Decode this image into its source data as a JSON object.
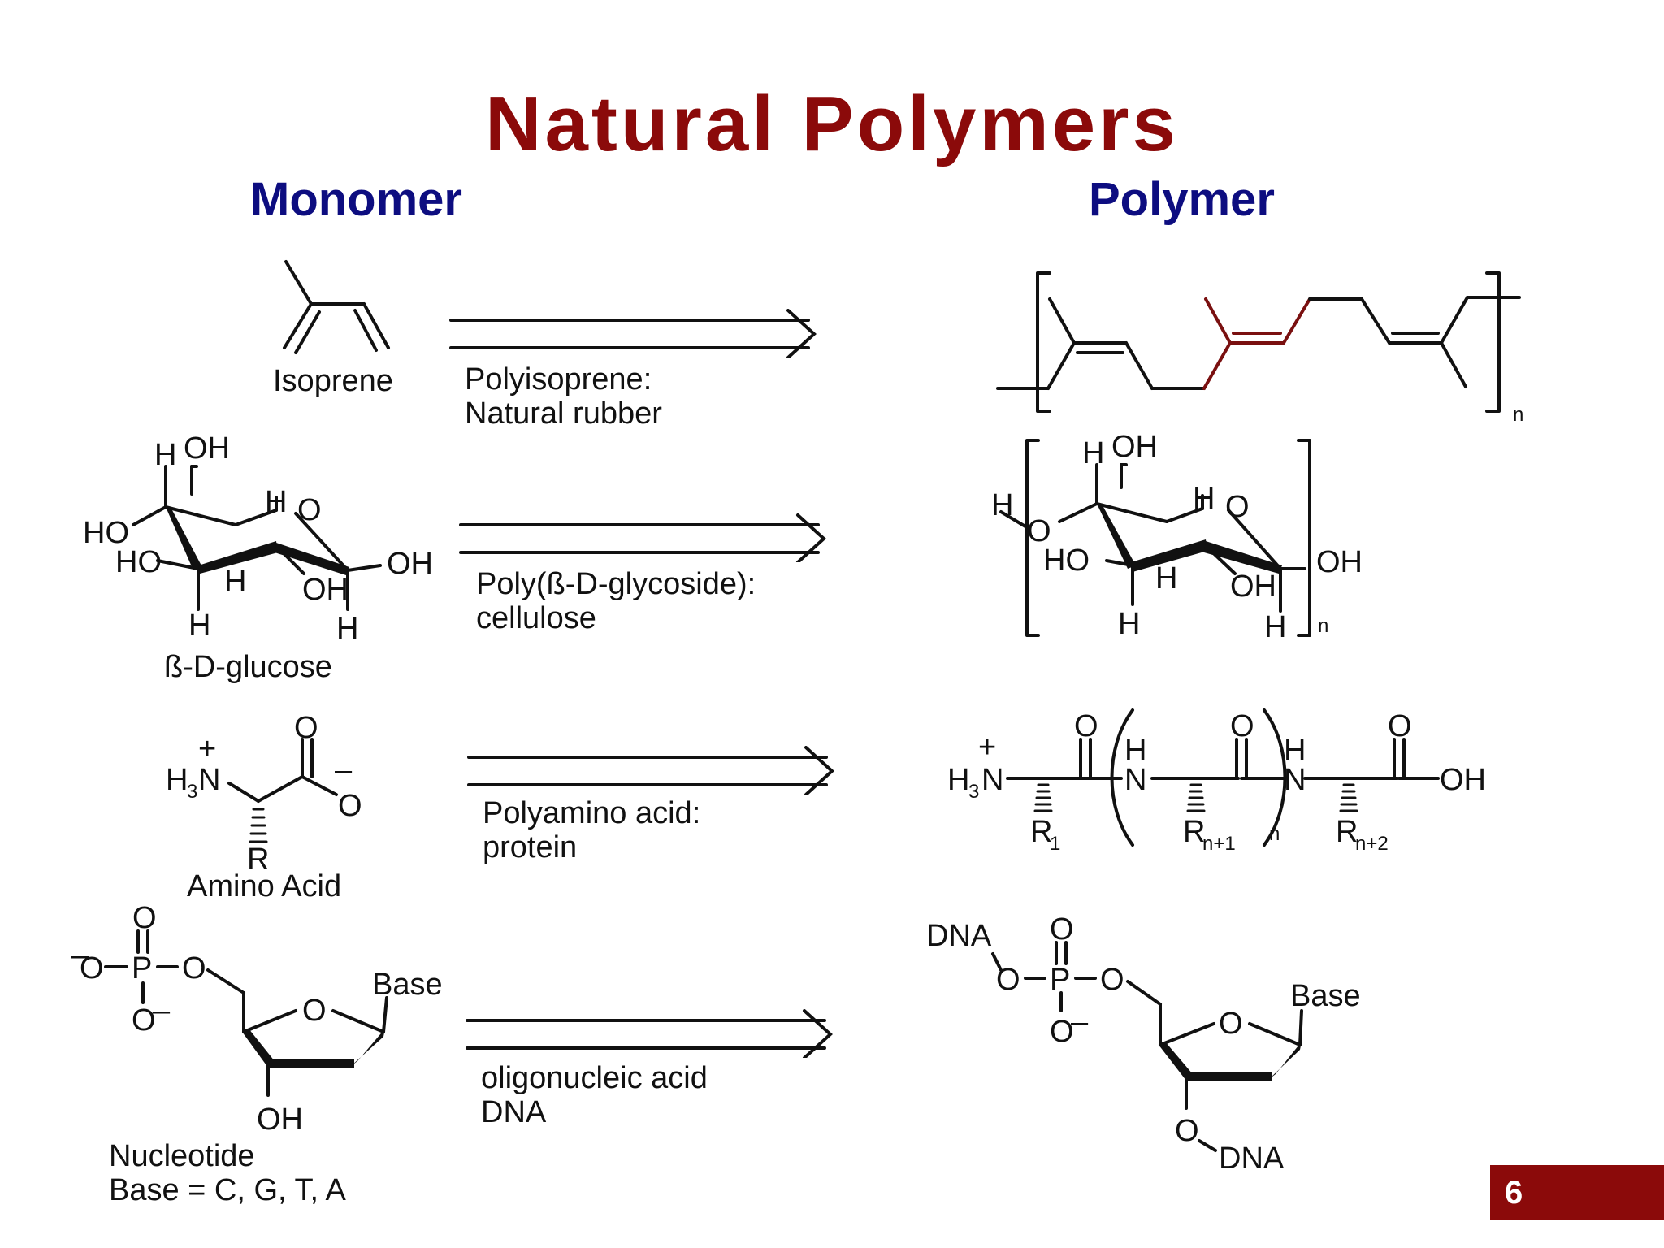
{
  "slide": {
    "title": "Natural Polymers",
    "page_number": "6",
    "colors": {
      "title": "#8b0a0a",
      "column_header": "#0d0d80",
      "highlight_bond": "#7a1010",
      "page_badge": "#8b0a0a",
      "ink": "#111111"
    }
  },
  "columns": {
    "monomer": "Monomer",
    "polymer": "Polymer"
  },
  "rows": [
    {
      "monomer_name": "Isoprene",
      "reaction_label": [
        "Polyisoprene:",
        "Natural rubber"
      ],
      "polymer_text": [
        "n"
      ]
    },
    {
      "monomer_name": "ß-D-glucose",
      "monomer_text": [
        "H",
        "OH",
        "HO",
        "HO",
        "H",
        "O",
        "OH",
        "OH",
        "H",
        "H",
        "H"
      ],
      "reaction_label": [
        "Poly(ß-D-glycoside):",
        "cellulose"
      ],
      "polymer_text": [
        "H",
        "OH",
        "H",
        "O",
        "H",
        "O",
        "HO",
        "OH",
        "OH",
        "H",
        "H",
        "H",
        "n"
      ]
    },
    {
      "monomer_name": "Amino Acid",
      "monomer_text": [
        "+",
        "H",
        "3",
        "N",
        "O",
        "–",
        "O",
        "R"
      ],
      "reaction_label": [
        "Polyamino acid:",
        "protein"
      ],
      "polymer_text": [
        "+",
        "H",
        "3",
        "N",
        "O",
        "H",
        "N",
        "O",
        "H",
        "N",
        "O",
        "OH",
        "R",
        "1",
        "R",
        "n+1",
        "n",
        "R",
        "n+2"
      ]
    },
    {
      "monomer_name": [
        "Nucleotide",
        "Base = C, G, T, A"
      ],
      "monomer_text": [
        "O",
        "–",
        "O",
        "P",
        "O",
        "O",
        "–",
        "Base",
        "O",
        "OH"
      ],
      "reaction_label": [
        "oligonucleic acid",
        "DNA"
      ],
      "polymer_text": [
        "DNA",
        "O",
        "O",
        "P",
        "O",
        "O",
        "–",
        "Base",
        "O",
        "O",
        "DNA"
      ]
    }
  ]
}
